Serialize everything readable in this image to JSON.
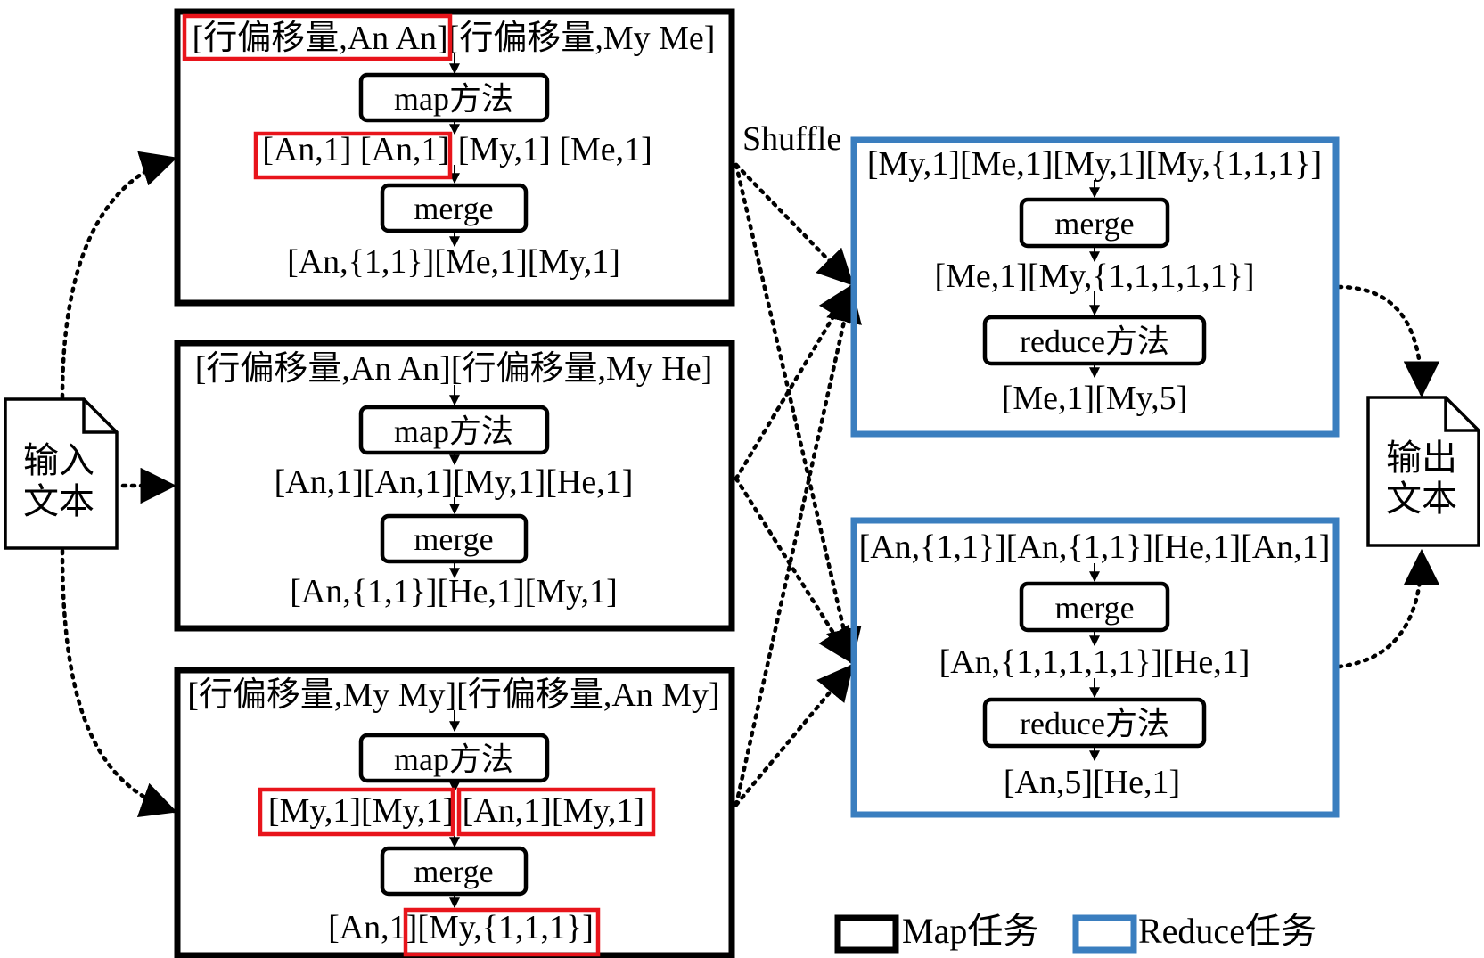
{
  "input_doc": {
    "line1": "输入",
    "line2": "文本"
  },
  "output_doc": {
    "line1": "输出",
    "line2": "文本"
  },
  "shuffle_label": "Shuffle",
  "map_tasks": [
    {
      "input": "[行偏移量,An An][行偏移量,My Me]",
      "method": "map方法",
      "map_output": "[An,1] [An,1] [My,1] [Me,1]",
      "combiner": "merge",
      "merge_output": "[An,{1,1}][Me,1][My,1]"
    },
    {
      "input": "[行偏移量,An An][行偏移量,My He]",
      "method": "map方法",
      "map_output": "[An,1][An,1][My,1][He,1]",
      "combiner": "merge",
      "merge_output": "[An,{1,1}][He,1][My,1]"
    },
    {
      "input": "[行偏移量,My My][行偏移量,An My]",
      "method": "map方法",
      "map_output": "[My,1][My,1] [An,1][My,1]",
      "combiner": "merge",
      "merge_output": "[An,1][My,{1,1,1}]"
    }
  ],
  "reduce_tasks": [
    {
      "input": "[My,1][Me,1][My,1][My,{1,1,1}]",
      "combiner": "merge",
      "merge_output": "[Me,1][My,{1,1,1,1,1}]",
      "method": "reduce方法",
      "output": "[Me,1][My,5]"
    },
    {
      "input": "[An,{1,1}][An,{1,1}][He,1][An,1]",
      "combiner": "merge",
      "merge_output": "[An,{1,1,1,1,1}][He,1]",
      "method": "reduce方法",
      "output": "[An,5][He,1]"
    }
  ],
  "legend": {
    "map_label": "Map任务",
    "reduce_label": "Reduce任务"
  },
  "colors": {
    "map_border": "#000000",
    "reduce_border": "#3a7ebf",
    "highlight": "#e8141b"
  }
}
